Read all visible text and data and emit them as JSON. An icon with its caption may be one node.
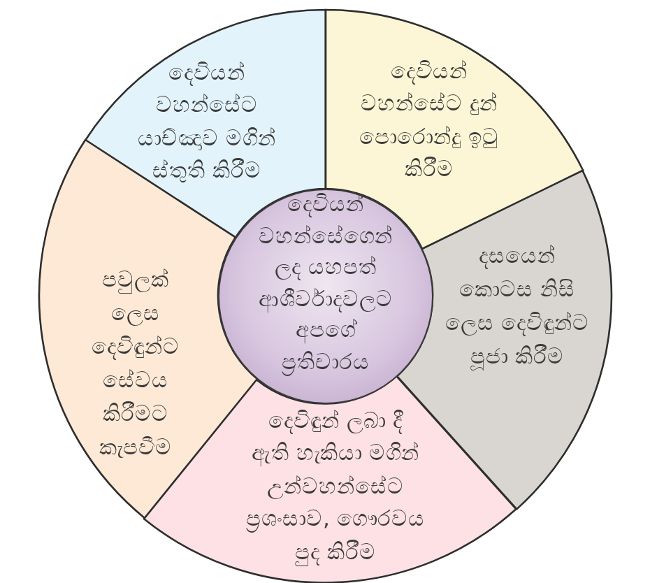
{
  "diagram": {
    "nodes": [
      {
        "text": [
          "දෙවියන් වහන්සේට යාච්ඤාව මගින් ස්තුති කිරීම"
        ]
      },
      {
        "text": [
          "දෙවියන් වහන්සේට දුන් පොරොන්දු ඉටු කිරීම"
        ]
      },
      {
        "text": [
          "දෙවියන් වහන්සේගෙන් ලද යහපත් ආශීර්වාදවලට අපගේ ප්‍රතිචාරය"
        ]
      },
      {
        "text": [
          "පවුලක් ලෙස දෙවිඳුන්ට සේවය කිරීමට කැපවීම"
        ]
      },
      {
        "text": [
          "දසයෙන් කොටස නිසි ලෙස දෙවිඳුන්ට පූජා කිරීම"
        ]
      },
      {
        "text": [
          "දෙවිඳුන් ලබා දී ඇති හැකියා මගින් උන්වහන්සේට ප්‍රශංසාව, ගෞරවය පුද කිරීම"
        ]
      }
    ]
  }
}
